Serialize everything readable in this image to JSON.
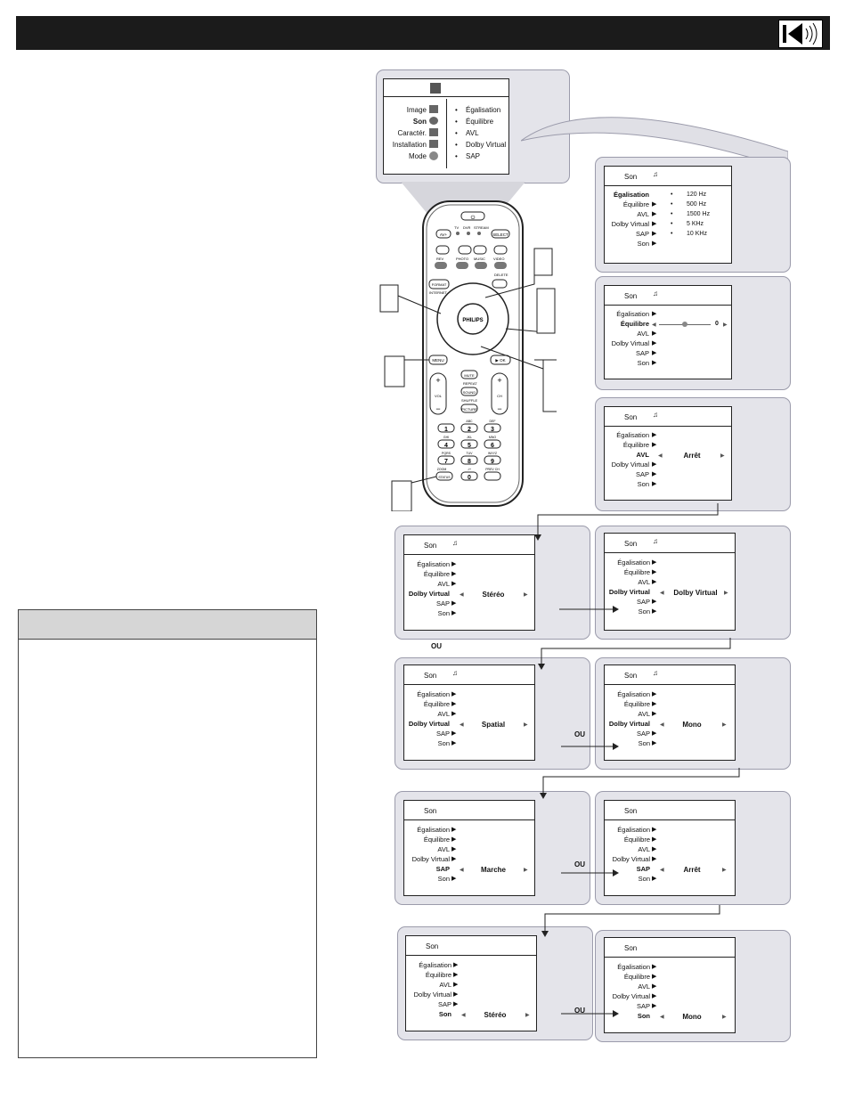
{
  "page": {
    "speaker_icon": "speaker-icon"
  },
  "main_menu": {
    "left_items": [
      "Image",
      "Son",
      "Caractér.",
      "Installation",
      "Mode"
    ],
    "right_items": [
      "Égalisation",
      "Équilibre",
      "AVL",
      "Dolby Virtual",
      "SAP"
    ],
    "bullet": "•"
  },
  "remote": {
    "brand": "PHILIPS",
    "labels": {
      "power": "⏻",
      "tv": "TV",
      "dvr": "DVR",
      "stream": "STREAM",
      "av": "AV+",
      "select": "SELECT",
      "rev": "REV",
      "photo": "PHOTO",
      "music": "MUSIC",
      "video": "VIDEO",
      "delete": "DELETE",
      "format": "FORMAT",
      "internet": "INTERNET",
      "menu": "MENU",
      "ok": "▶ OK",
      "mute": "MUTE",
      "repeat": "REPEAT",
      "sound": "SOUND",
      "shuffle": "SHUFFLE",
      "picture": "PICTURE",
      "vol": "VOL",
      "ch": "CH",
      "zoom": "ZOOM",
      "status": "STATUS",
      "prev": "PREV CH"
    },
    "digits": [
      "1",
      "2",
      "3",
      "4",
      "5",
      "6",
      "7",
      "8",
      "9",
      "0"
    ],
    "digit_letters": [
      "",
      "ABC",
      "DEF",
      "GHI",
      "JKL",
      "MNO",
      "PQRS",
      "TUV",
      "WXYZ",
      "-/+"
    ]
  },
  "menu_labels": {
    "title": "Son",
    "egalisation": "Égalisation",
    "equilibre": "Équilibre",
    "avl": "AVL",
    "dolby": "Dolby Virtual",
    "sap": "SAP",
    "son": "Son",
    "arrow": "▶"
  },
  "eq_values": [
    "120 Hz",
    "500 Hz",
    "1500 Hz",
    "5 KHz",
    "10 KHz"
  ],
  "balance_value": "0",
  "values": {
    "avl": "Arrêt",
    "dolby_stereo": "Stéréo",
    "dolby_virtual": "Dolby Virtual",
    "dolby_spatial": "Spatial",
    "dolby_mono": "Mono",
    "sap_on": "Marche",
    "sap_off": "Arrêt",
    "son_stereo": "Stéréo",
    "son_mono": "Mono"
  },
  "ou": "OU"
}
